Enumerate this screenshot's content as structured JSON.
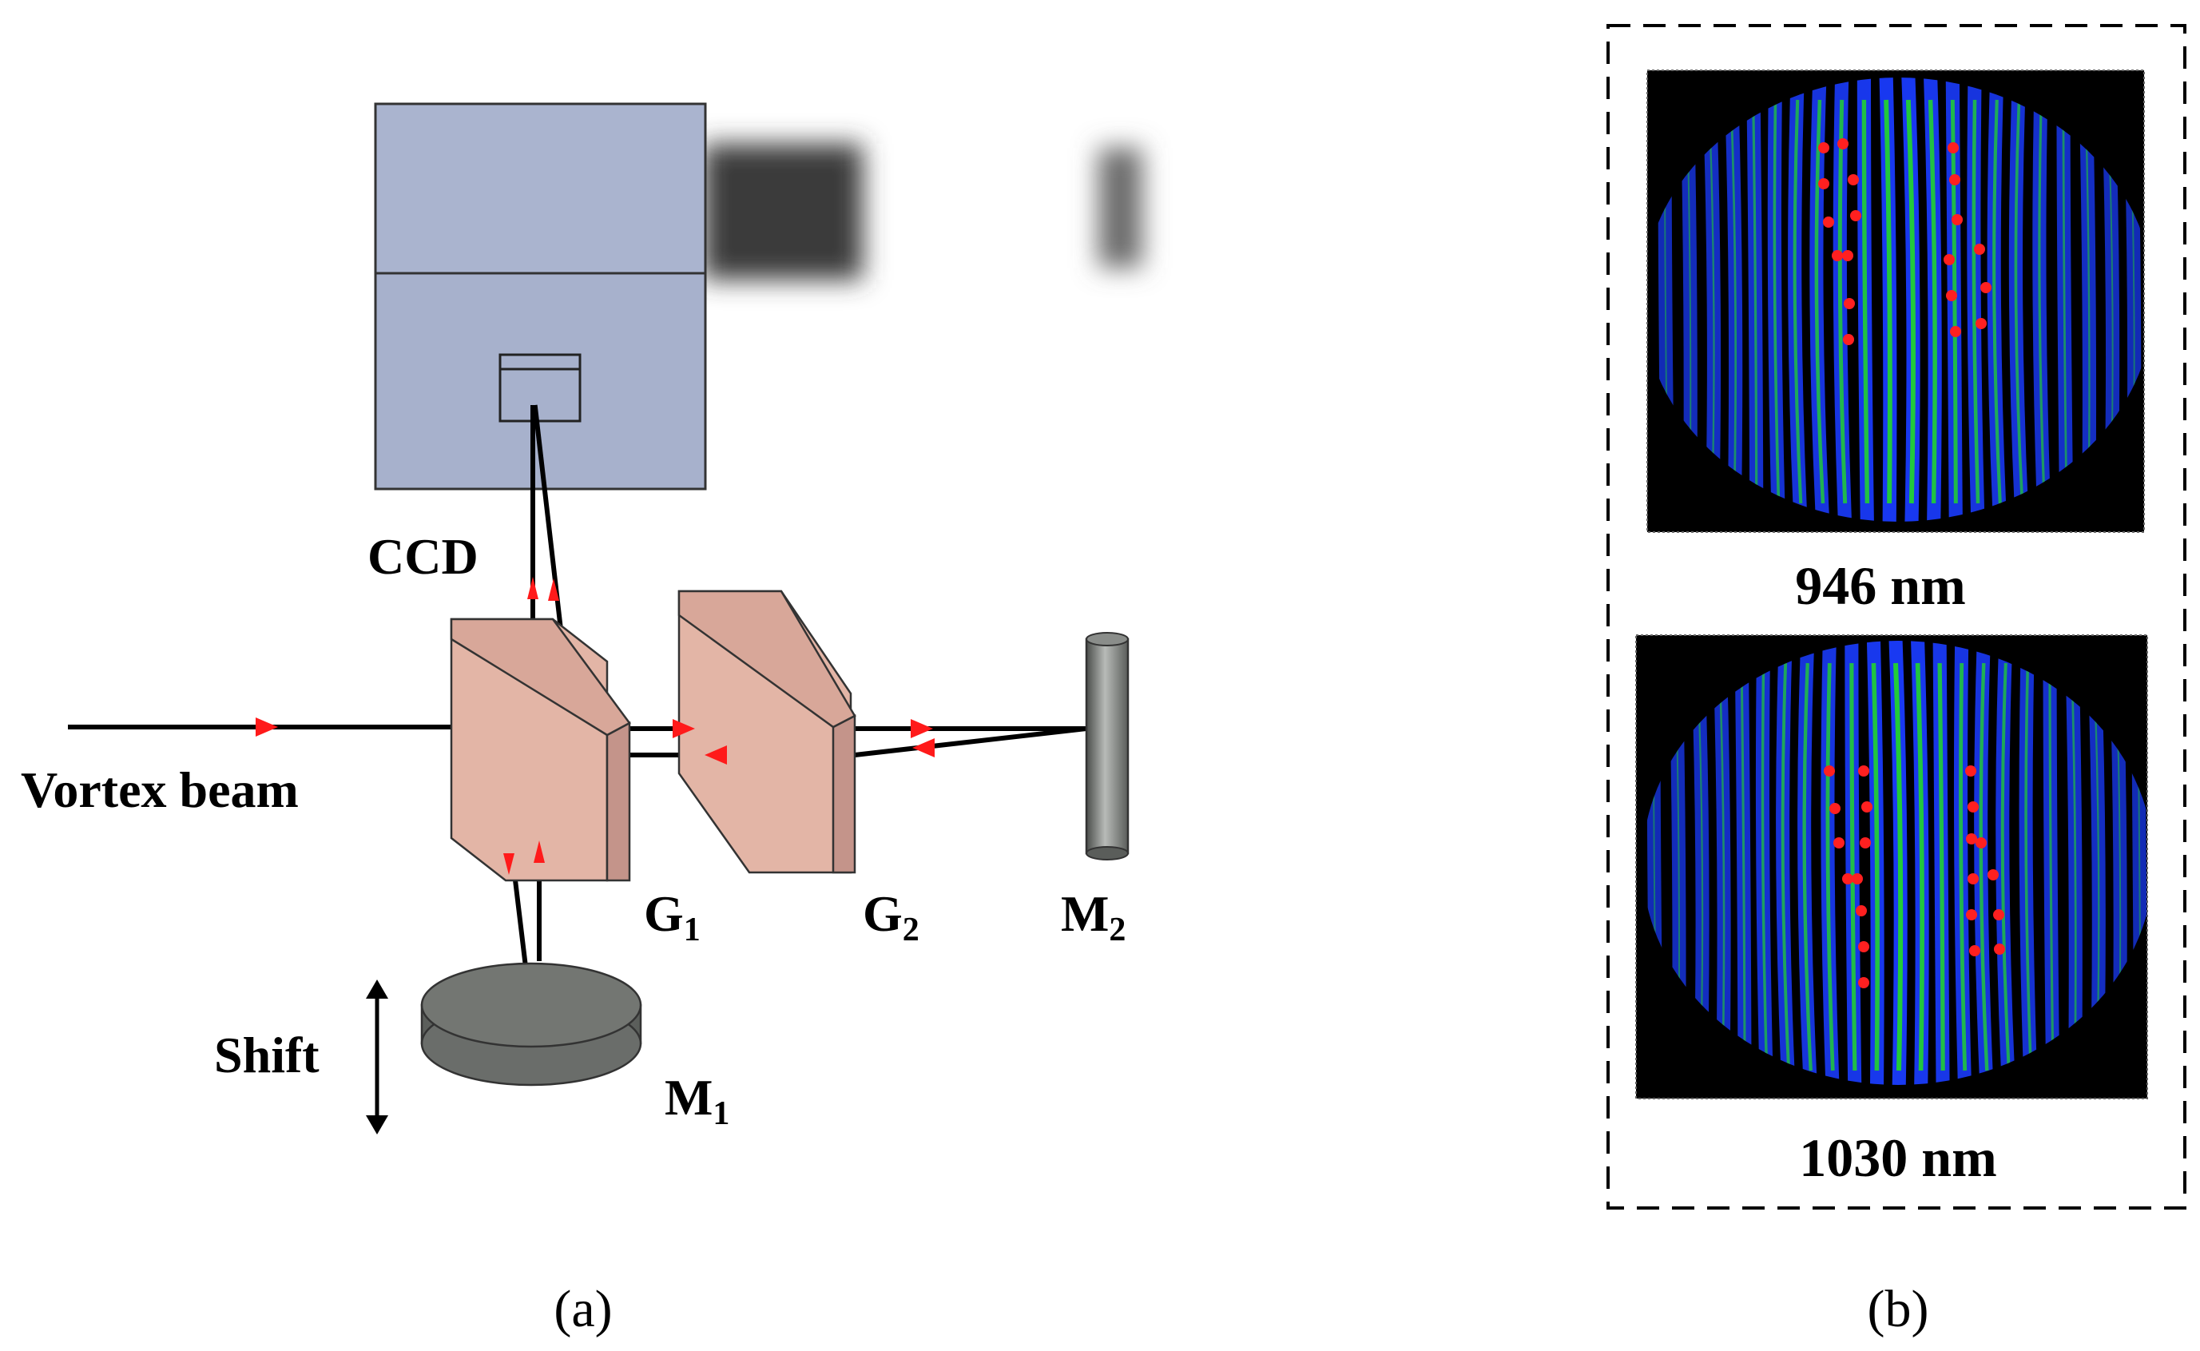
{
  "labels": {
    "ccd": "CCD",
    "vortex_beam": "Vortex beam",
    "g1_main": "G",
    "g1_sub": "1",
    "g2_main": "G",
    "g2_sub": "2",
    "m2_main": "M",
    "m2_sub": "2",
    "m1_main": "M",
    "m1_sub": "1",
    "shift": "Shift"
  },
  "panel_b": {
    "top_wavelength": "946 nm",
    "bottom_wavelength": "1030 nm"
  },
  "captions": {
    "a": "(a)",
    "b": "(b)"
  },
  "colors": {
    "camera_body": "#a7b1cc",
    "camera_top": "#aab4cf",
    "plate": "#e2b4a6",
    "plate_side": "#c8978b",
    "mirror": "#6c6f6b",
    "arrow": "#ff1a1a",
    "fringe_green": "#22dd22",
    "fringe_blue": "#1a3cff",
    "dot": "#ff2020"
  }
}
